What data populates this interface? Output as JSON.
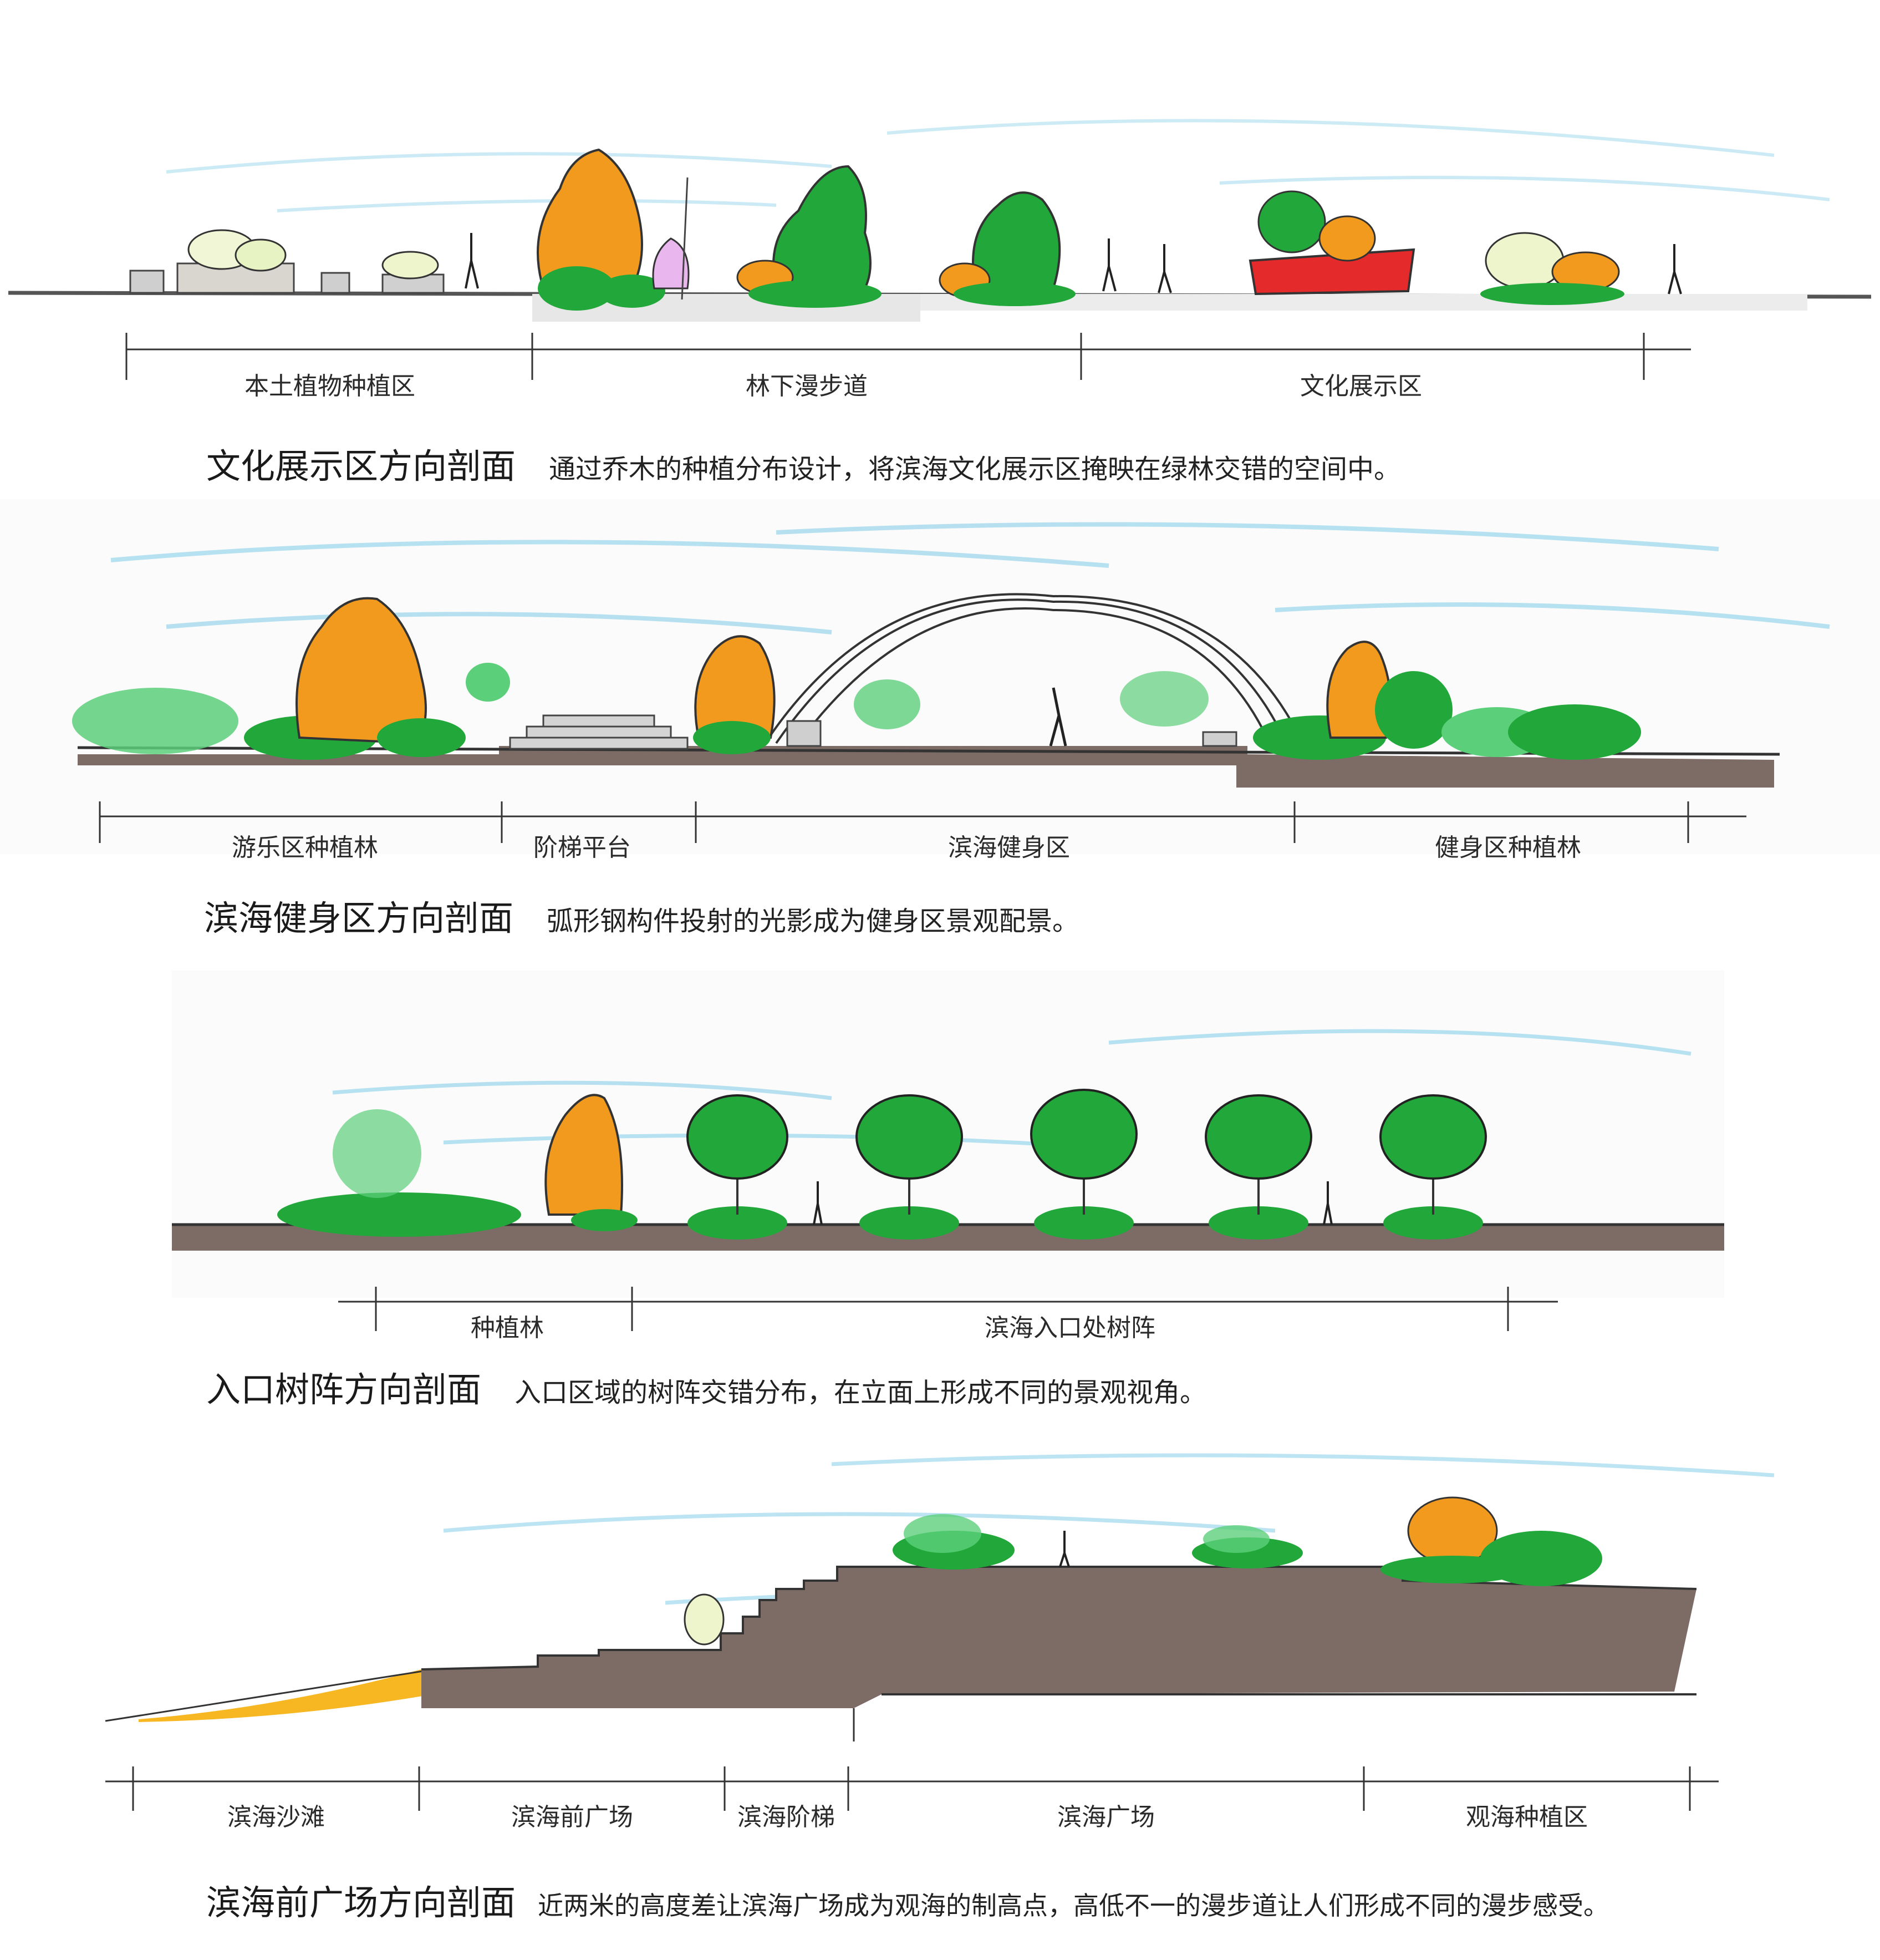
{
  "sections": [
    {
      "id": "culture",
      "title": "文化展示区方向剖面",
      "description": "通过乔木的种植分布设计，将滨海文化展示区掩映在绿林交错的空间中。",
      "zones": [
        "本土植物种植区",
        "林下漫步道",
        "文化展示区"
      ]
    },
    {
      "id": "fitness",
      "title": "滨海健身区方向剖面",
      "description": "弧形钢构件投射的光影成为健身区景观配景。",
      "zones": [
        "游乐区种植林",
        "阶梯平台",
        "滨海健身区",
        "健身区种植林"
      ]
    },
    {
      "id": "entrance",
      "title": "入口树阵方向剖面",
      "description": "入口区域的树阵交错分布，在立面上形成不同的景观视角。",
      "zones": [
        "种植林",
        "滨海入口处树阵"
      ]
    },
    {
      "id": "plaza",
      "title": "滨海前广场方向剖面",
      "description": "近两米的高度差让滨海广场成为观海的制高点，高低不一的漫步道让人们形成不同的漫步感受。",
      "zones": [
        "滨海沙滩",
        "滨海前广场",
        "滨海阶梯",
        "滨海广场",
        "观海种植区"
      ]
    }
  ],
  "palette": {
    "ground": "#7d6c66",
    "green": "#22a83a",
    "light_green": "#5ccf7a",
    "orange": "#f29a1e",
    "red": "#e42a2a",
    "sky": "#9fd8ec",
    "sand": "#f7b722"
  }
}
